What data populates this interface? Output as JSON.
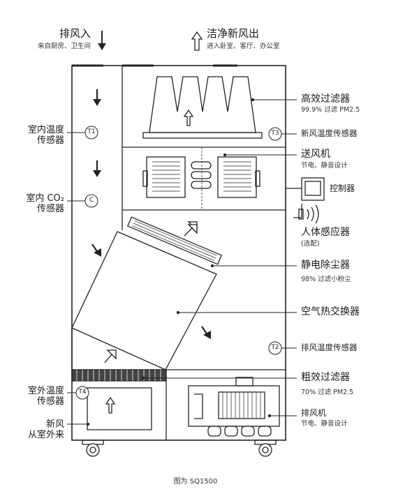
{
  "top": {
    "exhaust_in": {
      "title": "排风入",
      "sub": "来自厨房、卫生间"
    },
    "fresh_out": {
      "title": "洁净新风出",
      "sub": "进入卧室、客厅、办公室"
    }
  },
  "left_labels": {
    "indoor_temp": [
      "室内温度",
      "传感器"
    ],
    "indoor_co2": [
      "室内 CO₂",
      "传感器"
    ],
    "outdoor_temp": [
      "室外温度",
      "传感器"
    ],
    "fresh_air": [
      "新风",
      "从室外来"
    ]
  },
  "sensors": {
    "t1": "T1",
    "c": "C",
    "t2": "T2",
    "t3": "T3",
    "t4": "T4"
  },
  "components": {
    "hepa": {
      "title": "高效过滤器",
      "sub": "99.9% 过滤 PM2.5"
    },
    "fresh_temp": {
      "title": "新风温度传感器"
    },
    "supply_fan": {
      "title": "送风机",
      "sub": "节电、静音设计"
    },
    "controller": {
      "title": "控制器"
    },
    "body_sensor": {
      "title": "人体感应器",
      "sub": "(选配)"
    },
    "electrostatic": {
      "title": "静电除尘器",
      "sub": "98% 过滤小粉尘"
    },
    "heat_exchanger": {
      "title": "空气热交换器"
    },
    "exhaust_temp": {
      "title": "排风温度传感器"
    },
    "coarse_filter": {
      "title": "粗效过滤器",
      "sub": "70% 过滤 PM2.5"
    },
    "exhaust_fan": {
      "title": "排风机",
      "sub": "节电、静音设计"
    }
  },
  "caption": "图为 SQ1500"
}
